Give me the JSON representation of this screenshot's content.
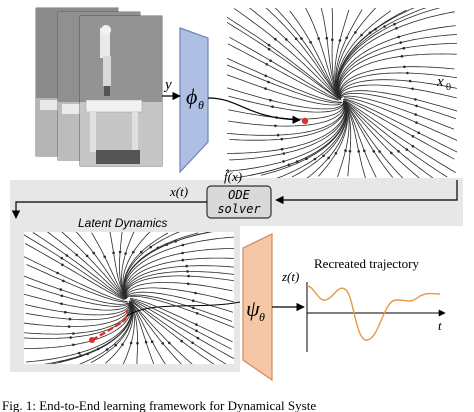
{
  "labels": {
    "y": "y",
    "phi": "ϕ",
    "phi_sub": "θ",
    "x0": "x",
    "x0_sub": "0",
    "fhat": "f̂(x)",
    "xt": "x(t)",
    "ode_line1": "ODE",
    "ode_line2": "solver",
    "latent": "Latent Dynamics",
    "psi": "ψ",
    "psi_sub": "θ",
    "zt": "z(t)",
    "t": "t",
    "recreated": "Recreated trajectory",
    "caption": "Fig. 1: End-to-End learning framework for Dynamical Syste"
  },
  "colors": {
    "encoder_fill": "#aebfe3",
    "encoder_stroke": "#6f83b8",
    "decoder_fill": "#f6c7a6",
    "decoder_stroke": "#d08a5a",
    "panel_fill": "#e7e7e7",
    "stream": "#2b2b2b",
    "trajectory": "#d7332a",
    "curve": "#e59a45",
    "ode_fill": "#d9d9d9"
  }
}
